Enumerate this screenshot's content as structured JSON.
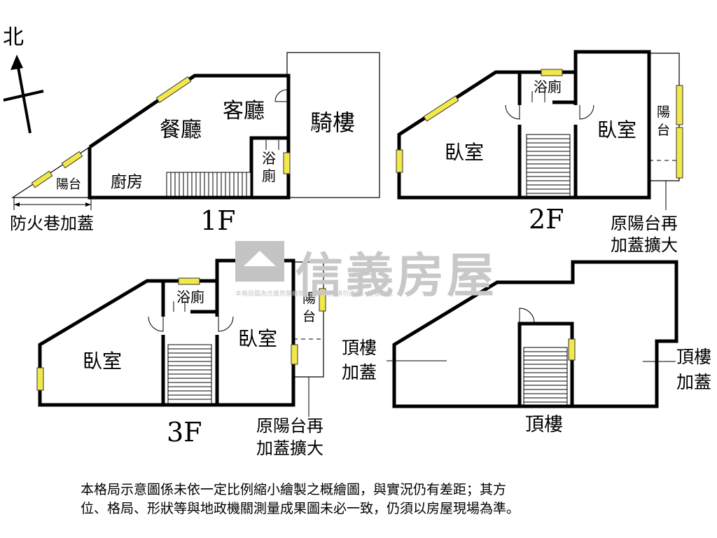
{
  "compass": {
    "north": "北"
  },
  "floor1": {
    "name": "1F",
    "rooms": {
      "dining": "餐廳",
      "living": "客廳",
      "arcade": "騎樓",
      "kitchen": "廚房",
      "balcony": "陽台",
      "bath_1": "浴",
      "bath_2": "廁"
    },
    "note": "防火巷加蓋"
  },
  "floor2": {
    "name": "2F",
    "rooms": {
      "bedroom_left": "臥室",
      "bedroom_right": "臥室",
      "bath": "浴廁",
      "balcony_1": "陽",
      "balcony_2": "台"
    },
    "note_line1": "原陽台再",
    "note_line2": "加蓋擴大"
  },
  "floor3": {
    "name": "3F",
    "rooms": {
      "bedroom_left": "臥室",
      "bedroom_right": "臥室",
      "bath": "浴廁",
      "balcony_1": "陽",
      "balcony_2": "台"
    },
    "note_line1": "原陽台再",
    "note_line2": "加蓋擴大"
  },
  "roof": {
    "name": "頂樓",
    "left_label_1": "頂樓",
    "left_label_2": "加蓋",
    "right_label_1": "頂樓",
    "right_label_2": "加蓋"
  },
  "watermark": {
    "brand": "信義房屋",
    "notice": "本格局圖為信義房屋繪製，未經允許請勿盜用，違者必究"
  },
  "disclaimer": {
    "line1": "本格局示意圖係未依一定比例縮小繪製之概繪圖，與實況仍有差距；其方",
    "line2": "位、格局、形狀等與地政機關測量成果圖未必一致，仍須以房屋現場為準。"
  }
}
